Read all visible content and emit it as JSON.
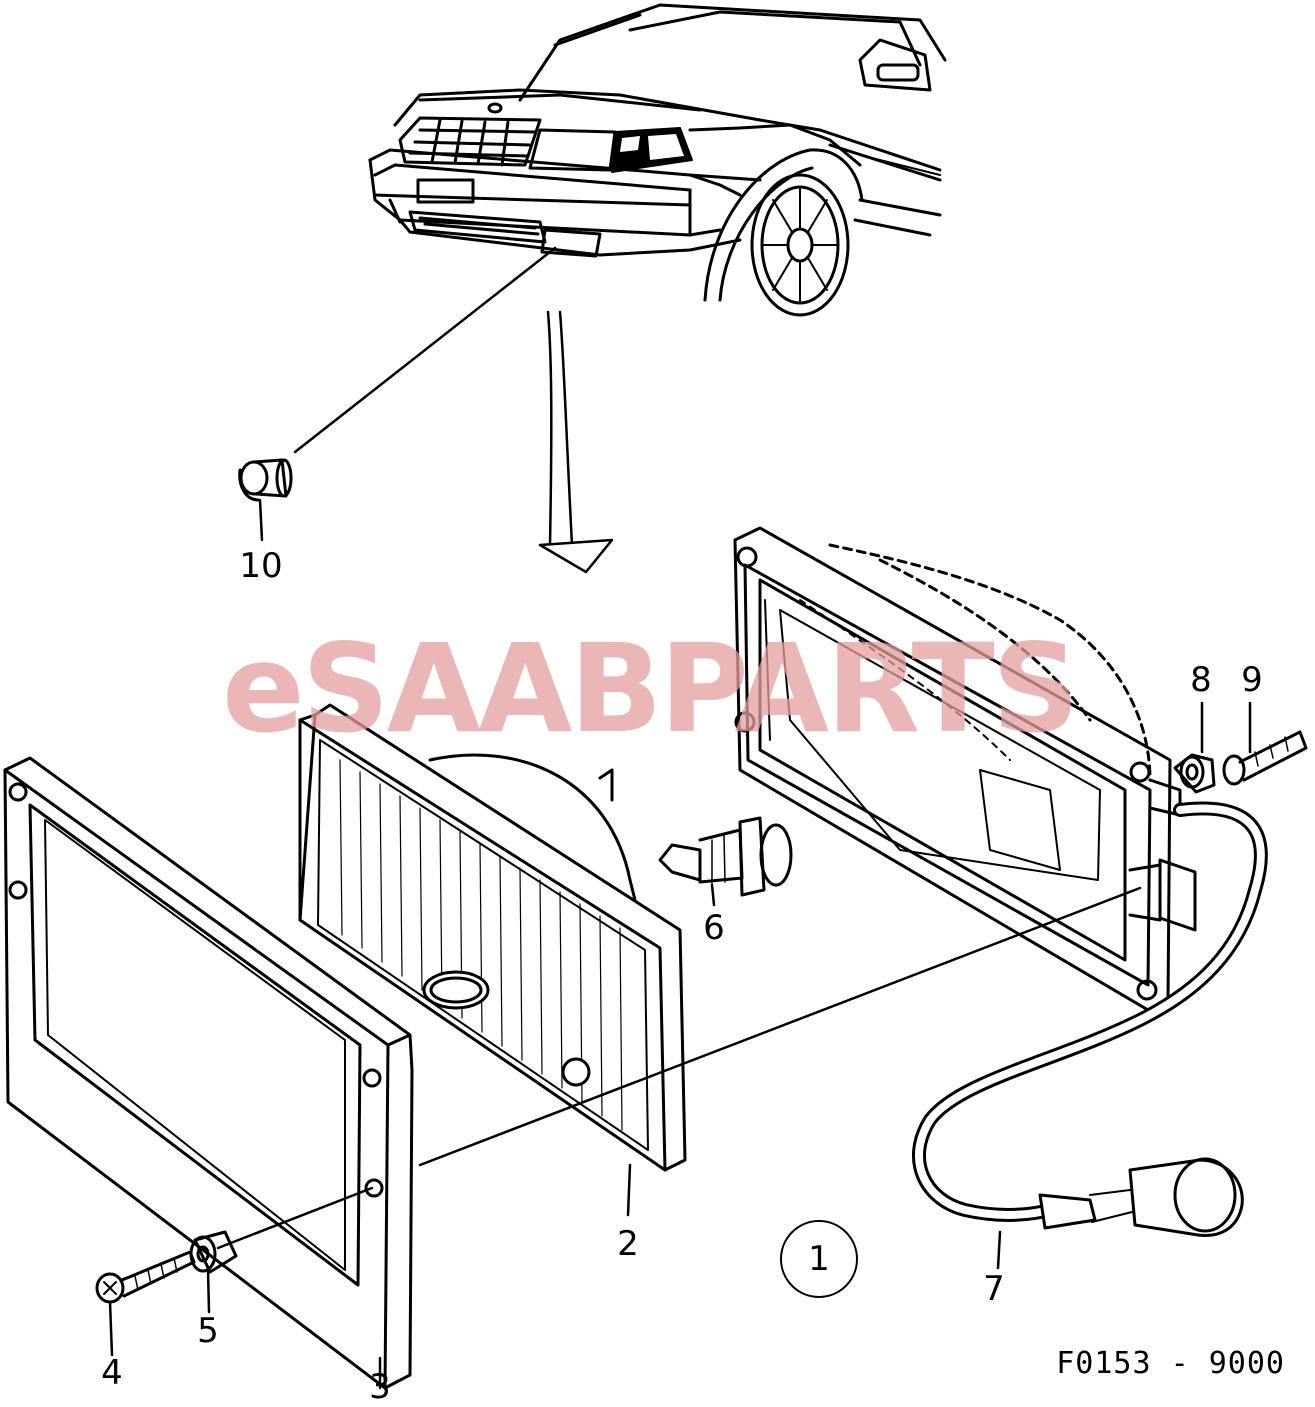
{
  "watermark": {
    "prefix": "e",
    "brand": "SAAB",
    "suffix": "PARTS"
  },
  "diagram_code": "F0153 - 9000",
  "callouts": {
    "c1": "1",
    "c2": "2",
    "c3": "3",
    "c4": "4",
    "c5": "5",
    "c6": "6",
    "c7": "7",
    "c8": "8",
    "c9": "9",
    "c10": "10"
  },
  "colors": {
    "line": "#000000",
    "watermark": "#e4a09e",
    "background": "#ffffff"
  }
}
